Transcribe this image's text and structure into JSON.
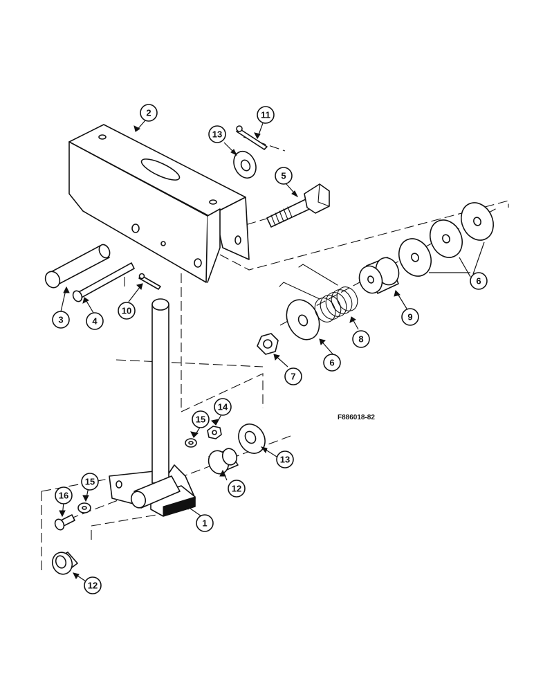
{
  "figure": {
    "reference": "F886018-82"
  },
  "callouts": [
    {
      "id": "c1",
      "label": "1"
    },
    {
      "id": "c2",
      "label": "2"
    },
    {
      "id": "c3",
      "label": "3"
    },
    {
      "id": "c4",
      "label": "4"
    },
    {
      "id": "c5",
      "label": "5"
    },
    {
      "id": "c6a",
      "label": "6"
    },
    {
      "id": "c6b",
      "label": "6"
    },
    {
      "id": "c7",
      "label": "7"
    },
    {
      "id": "c8",
      "label": "8"
    },
    {
      "id": "c9",
      "label": "9"
    },
    {
      "id": "c10",
      "label": "10"
    },
    {
      "id": "c11",
      "label": "11"
    },
    {
      "id": "c12a",
      "label": "12"
    },
    {
      "id": "c12b",
      "label": "12"
    },
    {
      "id": "c13a",
      "label": "13"
    },
    {
      "id": "c13b",
      "label": "13"
    },
    {
      "id": "c14",
      "label": "14"
    },
    {
      "id": "c15a",
      "label": "15"
    },
    {
      "id": "c15b",
      "label": "15"
    },
    {
      "id": "c16",
      "label": "16"
    }
  ]
}
